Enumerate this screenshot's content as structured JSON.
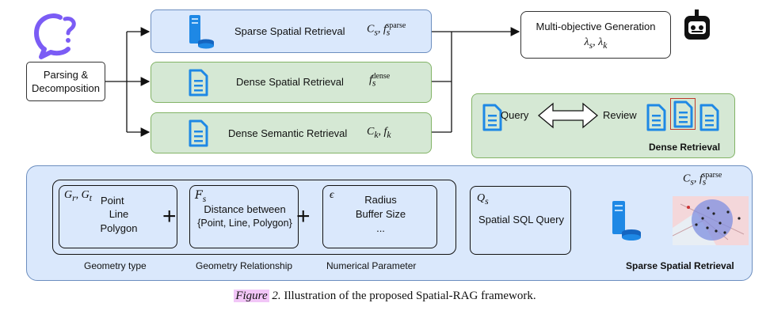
{
  "parsing": {
    "line1": "Parsing &",
    "line2": "Decomposition"
  },
  "sparse_retrieval": {
    "label": "Sparse Spatial Retrieval",
    "output": "C",
    "output_sub": "s",
    "output_f": "f",
    "output_fsub": "s",
    "output_fsup": "sparse"
  },
  "dense_spatial": {
    "label": "Dense Spatial Retrieval",
    "output_f": "f",
    "output_fsub": "s",
    "output_fsup": "dense"
  },
  "dense_semantic": {
    "label": "Dense Semantic Retrieval",
    "output": "C",
    "output_sub": "k",
    "output_f": "f",
    "output_fsub": "k"
  },
  "generation": {
    "label": "Multi-objective Generation",
    "param1": "λ",
    "param1_sub": "s",
    "param2": "λ",
    "param2_sub": "k"
  },
  "dense_panel": {
    "query": "Query",
    "review": "Review",
    "title": "Dense Retrieval"
  },
  "sparse_panel": {
    "title": "Sparse Spatial Retrieval",
    "geometry": {
      "math": "G",
      "math_sub1": "r",
      "math_sub2": "t",
      "items": [
        "Point",
        "Line",
        "Polygon"
      ],
      "caption": "Geometry type"
    },
    "relationship": {
      "math": "F",
      "math_sub": "s",
      "line1": "Distance between",
      "line2": "{Point, Line, Polygon}",
      "caption": "Geometry Relationship"
    },
    "numerical": {
      "math": "ϵ",
      "items": [
        "Radius",
        "Buffer Size",
        "..."
      ],
      "caption": "Numerical Parameter"
    },
    "plus": "+",
    "query": {
      "math": "Q",
      "math_sub": "s",
      "label": "Spatial SQL Query"
    },
    "output": "C",
    "output_sub": "s",
    "output_f": "f",
    "output_fsub": "s",
    "output_fsup": "sparse"
  },
  "caption": {
    "figure": "Figure",
    "number": "2.",
    "text": "Illustration of the proposed Spatial-RAG framework."
  },
  "colors": {
    "blue_fill": "#dae8fc",
    "green_fill": "#d5e8d4",
    "icon_blue": "#1e88e5",
    "logo_purple": "#7b5cf5"
  }
}
